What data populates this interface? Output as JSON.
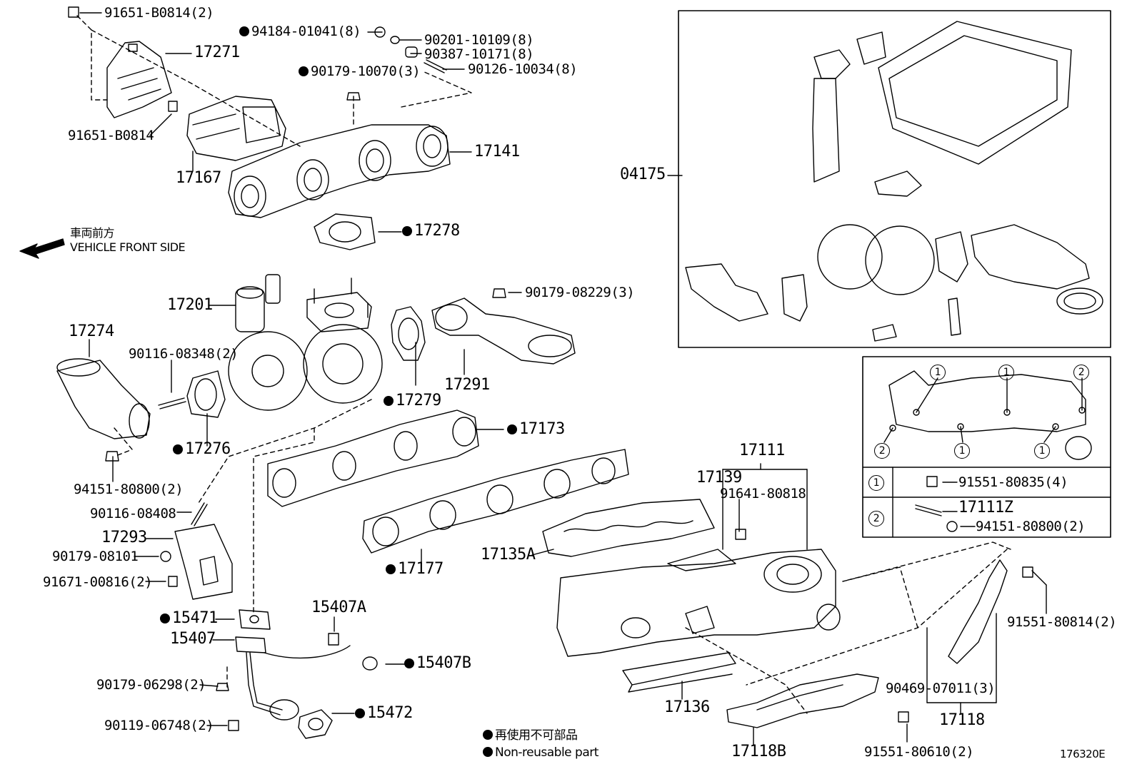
{
  "diagram_id": "176320E",
  "direction": {
    "jp": "車両前方",
    "en": "VEHICLE FRONT SIDE"
  },
  "legend": {
    "jp": "再使用不可部品",
    "en": "Non-reusable part"
  },
  "parts": {
    "p91651_2": "91651-B0814(2)",
    "p17271": "17271",
    "p91651": "91651-B0814",
    "p17167": "17167",
    "p94184": "94184-01041(8)",
    "p90201": "90201-10109(8)",
    "p90387": "90387-10171(8)",
    "p90179_10070": "90179-10070(3)",
    "p90126": "90126-10034(8)",
    "p17141": "17141",
    "p17278": "17278",
    "p04175": "04175",
    "p17201": "17201",
    "p90179_08229": "90179-08229(3)",
    "p17274": "17274",
    "p90116_08348": "90116-08348(2)",
    "p17279": "17279",
    "p17291": "17291",
    "p17276": "17276",
    "p17173": "17173",
    "p94151_80800": "94151-80800(2)",
    "p90116_08408": "90116-08408",
    "p17293": "17293",
    "p90179_08101": "90179-08101",
    "p91671": "91671-00816(2)",
    "p17177": "17177",
    "p17135A": "17135A",
    "p17111": "17111",
    "p17139": "17139",
    "p91641": "91641-80818",
    "p15471": "15471",
    "p15407A": "15407A",
    "p15407": "15407",
    "p15407B": "15407B",
    "p90179_06298": "90179-06298(2)",
    "p15472": "15472",
    "p90119": "90119-06748(2)",
    "p17136": "17136",
    "p17118B": "17118B",
    "p91551_80610": "91551-80610(2)",
    "p90469": "90469-07011(3)",
    "p17118": "17118",
    "p91551_80814": "91551-80814(2)",
    "inset_1": "1",
    "inset_2": "2",
    "inset_91551_80835": "91551-80835(4)",
    "inset_17111Z": "17111Z",
    "inset_94151_80800": "94151-80800(2)"
  }
}
